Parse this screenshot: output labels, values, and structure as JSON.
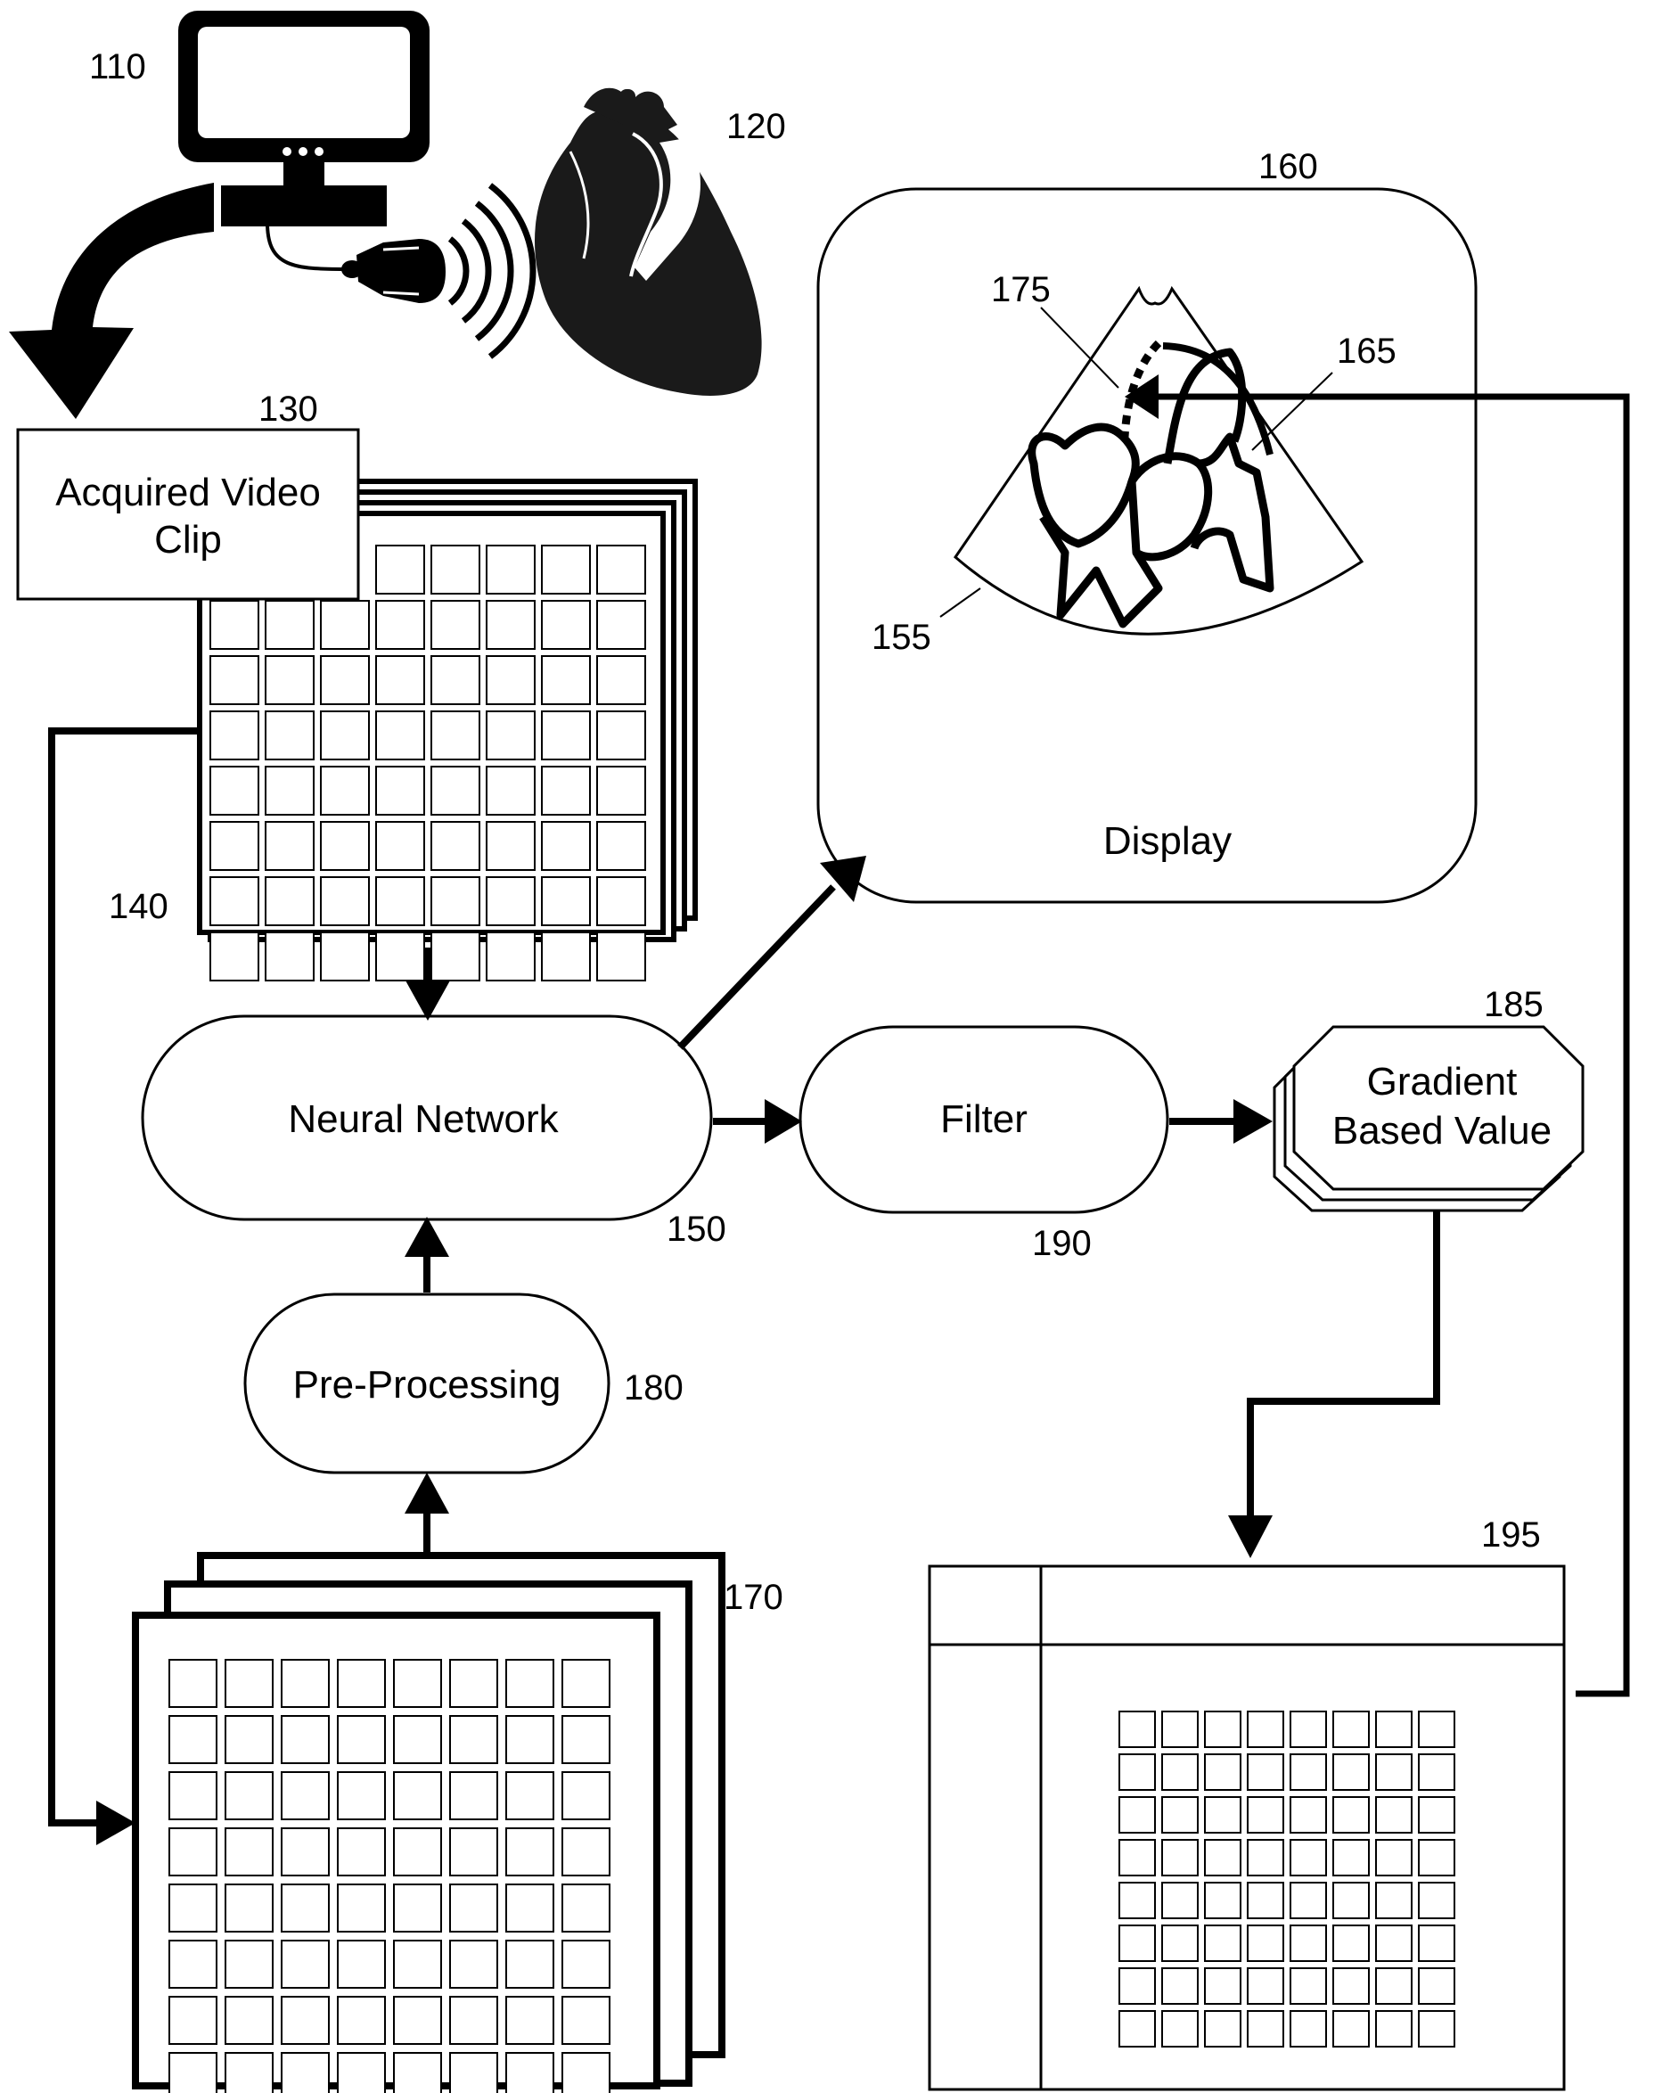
{
  "labels": {
    "monitor": "110",
    "heart": "120",
    "video_clip": "130",
    "frames_top": "140",
    "neural_network": "150",
    "ultrasound_image": "155",
    "display_box": "160",
    "curve_165": "165",
    "curve_175": "175",
    "frames_bottom": "170",
    "pre_processing": "180",
    "gradient_value": "185",
    "filter": "190",
    "output_window": "195"
  },
  "text": {
    "video_clip_line1": "Acquired Video",
    "video_clip_line2": "Clip",
    "display": "Display",
    "neural_network": "Neural Network",
    "filter": "Filter",
    "pre_processing": "Pre-Processing",
    "gradient_line1": "Gradient",
    "gradient_line2": "Based Value"
  },
  "colors": {
    "ink": "#000000",
    "paper": "#ffffff",
    "heart": "#1a1a1a"
  }
}
